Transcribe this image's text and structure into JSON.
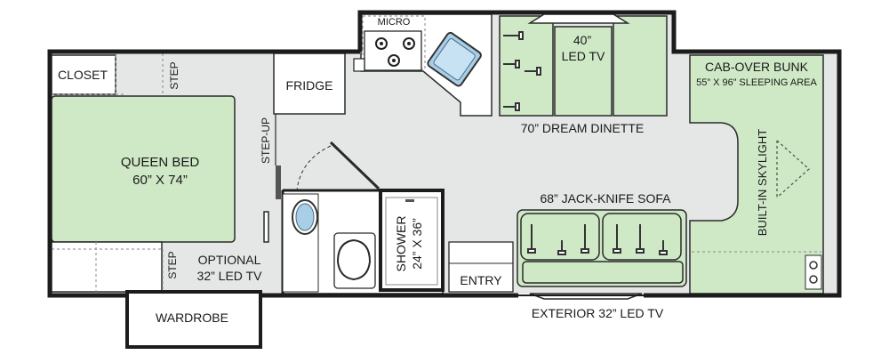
{
  "labels": {
    "closet": "CLOSET",
    "step_top": "STEP",
    "step_bottom": "STEP",
    "step_up": "STEP-UP",
    "queen_bed_line1": "QUEEN BED",
    "queen_bed_line2": "60” X 74”",
    "optional_tv_line1": "OPTIONAL",
    "optional_tv_line2": "32” LED TV",
    "wardrobe": "WARDROBE",
    "fridge": "FRIDGE",
    "micro": "MICRO",
    "shower_line1": "SHOWER",
    "shower_line2": "24” X 36”",
    "entry": "ENTRY",
    "exterior_tv": "EXTERIOR 32” LED TV",
    "tv40_line1": "40”",
    "tv40_line2": "LED TV",
    "dinette": "70” DREAM DINETTE",
    "sofa": "68” JACK-KNIFE SOFA",
    "cabover_line1": "CAB-OVER BUNK",
    "cabover_line2": "55” X 96” SLEEPING AREA",
    "skylight": "BUILT-IN SKYLIGHT"
  },
  "colors": {
    "furniture_green": "#cfe9c6",
    "floor_gray": "#e5e7e6",
    "shower_blue": "#a9cfe8",
    "wall": "#1c1c1c"
  },
  "icons": {
    "stove": "stove-burners-icon",
    "sink": "sink-icon",
    "toilet": "toilet-icon",
    "skylight": "skylight-icon"
  }
}
